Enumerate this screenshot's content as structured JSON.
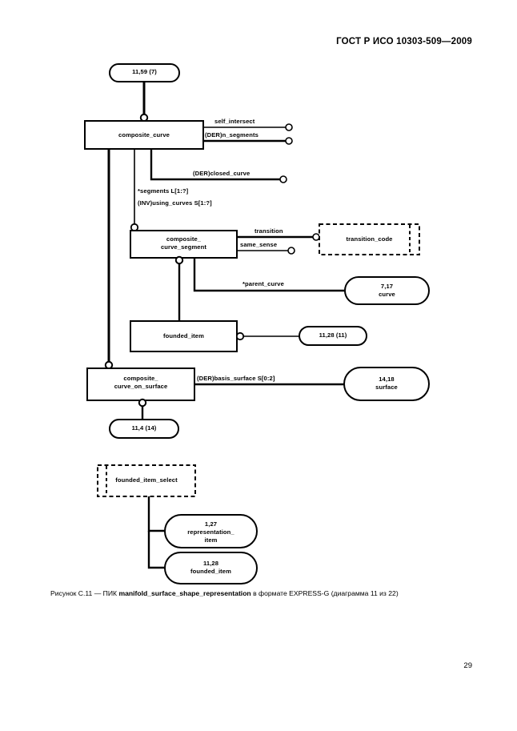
{
  "header": {
    "standard_number": "ГОСТ Р ИСО 10303-509—2009"
  },
  "page": {
    "number": "29"
  },
  "caption": {
    "prefix": "Рисунок С.11 — ПИК ",
    "bold": "manifold_surface_shape_representation",
    "suffix": " в формате EXPRESS-G (диаграмма 11 из 22)"
  },
  "diagram": {
    "type": "EXPRESS-G",
    "page_refs": [
      {
        "id": "ref-top",
        "label": "11,59 (7)"
      },
      {
        "id": "ref-11-28-11",
        "label": "11,28 (11)"
      },
      {
        "id": "ref-11-4-14",
        "label": "11,4 (14)"
      }
    ],
    "entities": [
      {
        "id": "composite-curve",
        "label": "composite_curve",
        "kind": "entity"
      },
      {
        "id": "composite-curve-segment",
        "label": "composite_\ncurve_segment",
        "kind": "entity"
      },
      {
        "id": "founded-item",
        "label": "founded_item",
        "kind": "entity"
      },
      {
        "id": "composite-curve-on-surface",
        "label": "composite_\ncurve_on_surface",
        "kind": "entity"
      }
    ],
    "type_boxes": [
      {
        "id": "transition-code",
        "label": "transition_code",
        "kind": "enumeration"
      },
      {
        "id": "founded-item-select",
        "label": "founded_item_select",
        "kind": "select"
      }
    ],
    "page_entities": [
      {
        "id": "curve-7-17",
        "line1": "7,17",
        "line2": "curve"
      },
      {
        "id": "surface-14-18",
        "line1": "14,18",
        "line2": "surface"
      },
      {
        "id": "representation-item-1-27",
        "line1": "1,27",
        "line2": "representation_\nitem"
      },
      {
        "id": "founded-item-11-28",
        "line1": "11,28",
        "line2": "founded_item"
      }
    ],
    "attributes": [
      {
        "id": "self-intersect",
        "label": "self_intersect"
      },
      {
        "id": "der-n-segments",
        "label": "(DER)n_segments"
      },
      {
        "id": "der-closed-curve",
        "label": "(DER)closed_curve"
      },
      {
        "id": "segments",
        "label": "*segments L[1:?]"
      },
      {
        "id": "inv-using-curves",
        "label": "(INV)using_curves S[1:?]"
      },
      {
        "id": "transition",
        "label": "transition"
      },
      {
        "id": "same-sense",
        "label": "same_sense"
      },
      {
        "id": "parent-curve",
        "label": "*parent_curve"
      },
      {
        "id": "der-basis-surface",
        "label": "(DER)basis_surface S[0:2]"
      }
    ]
  }
}
